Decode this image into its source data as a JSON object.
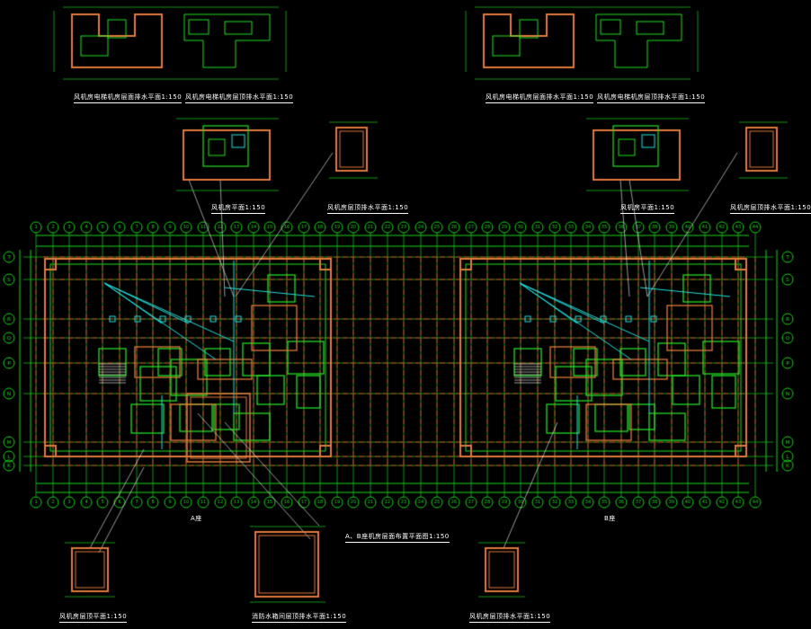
{
  "colors": {
    "background": "#000000",
    "grid_red": "#d12a2a",
    "axis_green": "#19d619",
    "wall_orange": "#e07a3a",
    "room_green": "#22dd22",
    "pipe_cyan": "#20e0e0",
    "text_white": "#ffffff"
  },
  "labels": {
    "top_left_1": "风机房电梯机房层面排水平面1:150",
    "top_left_2": "风机房电梯机房层顶排水平面1:150",
    "top_right_1": "风机房电梯机房层面排水平面1:150",
    "top_right_2": "风机房电梯机房层顶排水平面1:150",
    "mid_left_1": "风机房平面1:150",
    "mid_left_2": "风机房层顶排水平面1:150",
    "mid_right_1": "风机房平面1:150",
    "mid_right_2": "风机房层顶排水平面1:150",
    "main_title": "A、B座机房层面布置平面图1:150",
    "block_a": "A座",
    "block_b": "B座",
    "bottom_1": "风机房层顶平面1:150",
    "bottom_2": "消防水箱间层顶排水平面1:150",
    "bottom_3": "风机房层顶排水平面1:150"
  },
  "axis_bubbles": {
    "top": [
      "1",
      "2",
      "3",
      "4",
      "5",
      "6",
      "7",
      "8",
      "9",
      "10",
      "11",
      "12",
      "13",
      "14",
      "15",
      "16",
      "17",
      "18",
      "19",
      "20",
      "21",
      "22",
      "23",
      "24",
      "25",
      "26",
      "27",
      "28",
      "29",
      "30",
      "31",
      "32",
      "33",
      "34",
      "35",
      "36",
      "37",
      "38",
      "39",
      "40",
      "41",
      "42",
      "43",
      "44"
    ],
    "left": [
      "T",
      "S",
      "R",
      "Q",
      "P",
      "N",
      "M",
      "L",
      "K"
    ],
    "right": [
      "T",
      "S",
      "R",
      "Q",
      "P",
      "N",
      "M",
      "L",
      "K"
    ]
  }
}
